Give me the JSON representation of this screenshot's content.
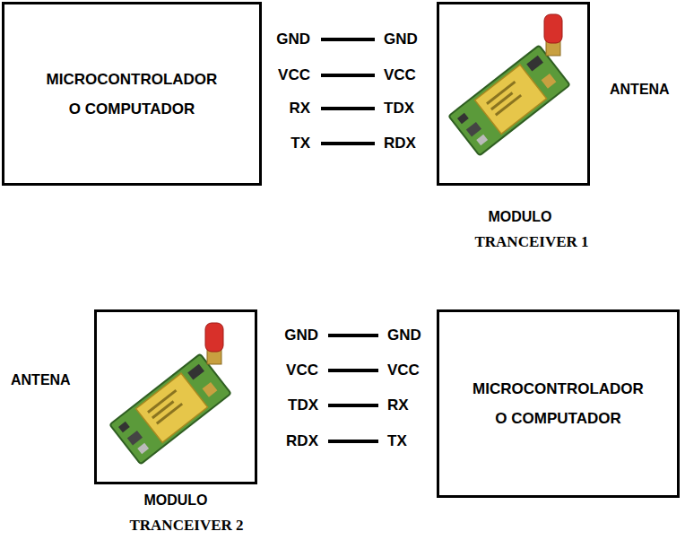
{
  "diagram": {
    "nodes": [
      {
        "text": [
          "MICROCONTROLADOR O COMPUTADOR"
        ]
      },
      {
        "text": [
          "MODULO",
          "TRANCEIVER 1"
        ]
      },
      {
        "text": [
          "MODULO",
          "TRANCEIVER 2"
        ]
      },
      {
        "text": [
          "MICROCONTROLADOR O COMPUTADOR"
        ]
      }
    ],
    "labels": [
      "GND",
      "GND",
      "VCC",
      "VCC",
      "RX",
      "TDX",
      "TX",
      "RDX",
      "ANTENA",
      "ANTENA",
      "GND",
      "GND",
      "VCC",
      "VCC",
      "TDX",
      "RX",
      "RDX",
      "TX"
    ]
  }
}
